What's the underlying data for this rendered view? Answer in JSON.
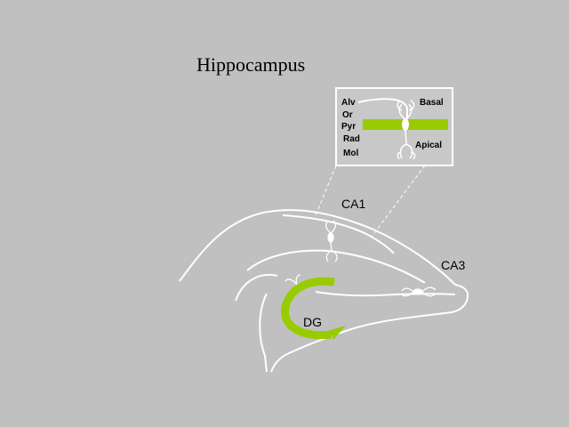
{
  "title": "Hippocampus",
  "regions": {
    "ca1": "CA1",
    "ca3": "CA3",
    "dg": "DG"
  },
  "inset": {
    "layers": {
      "alv": "Alv",
      "or": "Or",
      "pyr": "Pyr",
      "rad": "Rad",
      "mol": "Mol"
    },
    "dendrites": {
      "basal": "Basal",
      "apical": "Apical"
    }
  },
  "colors": {
    "background": "#c0c0c0",
    "outline": "#ffffff",
    "green": "#99cc00",
    "inset_fill": "#c8c8c8"
  }
}
